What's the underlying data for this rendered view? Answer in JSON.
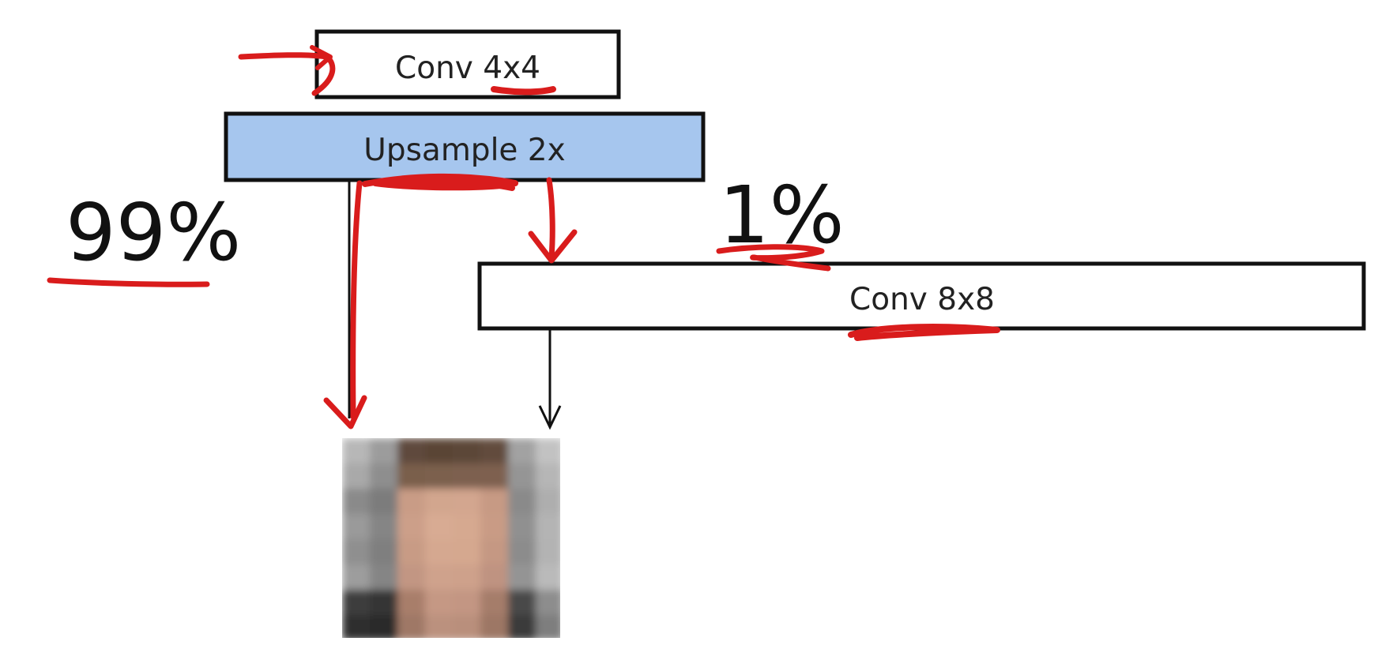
{
  "blocks": {
    "conv4": {
      "label": "Conv 4x4",
      "fill": "#ffffff"
    },
    "upsample": {
      "label": "Upsample 2x",
      "fill": "#a6c6ee"
    },
    "conv8": {
      "label": "Conv 8x8",
      "fill": "#ffffff"
    }
  },
  "annotations": {
    "left_percent": "99%",
    "right_percent": "1%"
  },
  "colors": {
    "annotation_ink": "#d91c1c",
    "box_border": "#111111",
    "upsample_fill": "#a6c6ee"
  },
  "output_image": {
    "icon": "pixelated-face-icon",
    "grid_size": 8
  }
}
